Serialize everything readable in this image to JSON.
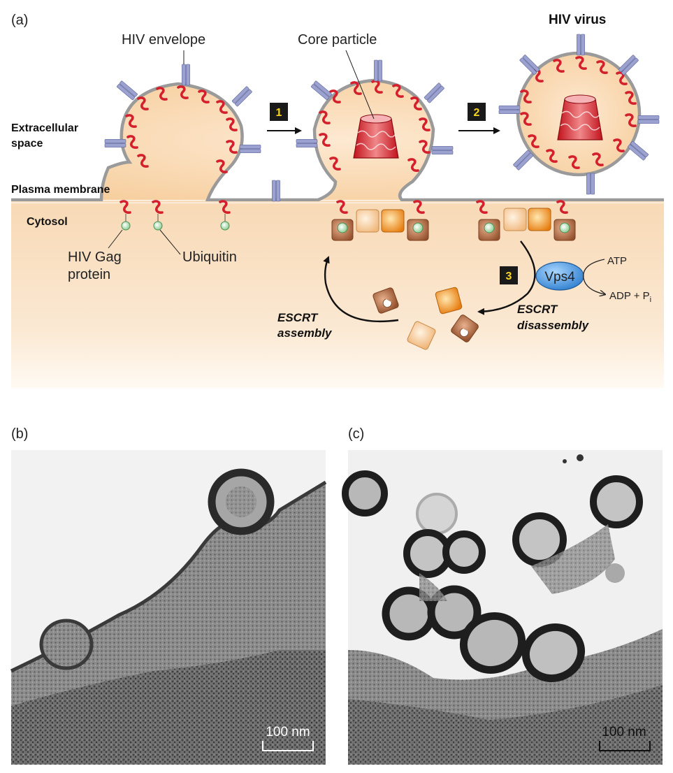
{
  "panel_a": {
    "label": "(a)",
    "hiv_envelope_label": "HIV envelope",
    "core_particle_label": "Core particle",
    "hiv_virus_label": "HIV virus",
    "extracellular_label": [
      "Extracellular",
      "space"
    ],
    "plasma_membrane_label": "Plasma membrane",
    "cytosol_label": "Cytosol",
    "gag_label": [
      "HIV Gag",
      "protein"
    ],
    "ubiquitin_label": "Ubiquitin",
    "steps": [
      "1",
      "2",
      "3"
    ],
    "vps4_label": "Vps4",
    "atp_label": "ATP",
    "adp_label": "ADP + P",
    "adp_subscript": "i",
    "escrt_assembly_label": [
      "ESCRT",
      "assembly"
    ],
    "escrt_disassembly_label": [
      "ESCRT",
      "disassembly"
    ]
  },
  "panel_b": {
    "label": "(b)",
    "scale_label": "100 nm"
  },
  "panel_c": {
    "label": "(c)",
    "scale_label": "100 nm"
  },
  "colors": {
    "cytosol": "#fbe3c6",
    "membrane": "#9a9a9a",
    "bud_fill": "#fbe1c4",
    "gag": "#d3202c",
    "envelope_protein": "#8c93c6",
    "ubiquitin": "#bfe6c2",
    "step_badge": "#1a1a1a",
    "step_text": "#f7d51e",
    "vps4": "#3d8fd8",
    "escrt_brown": "#a45f3c",
    "escrt_orange": "#ec8a1c",
    "escrt_light": "#f6c79a"
  }
}
